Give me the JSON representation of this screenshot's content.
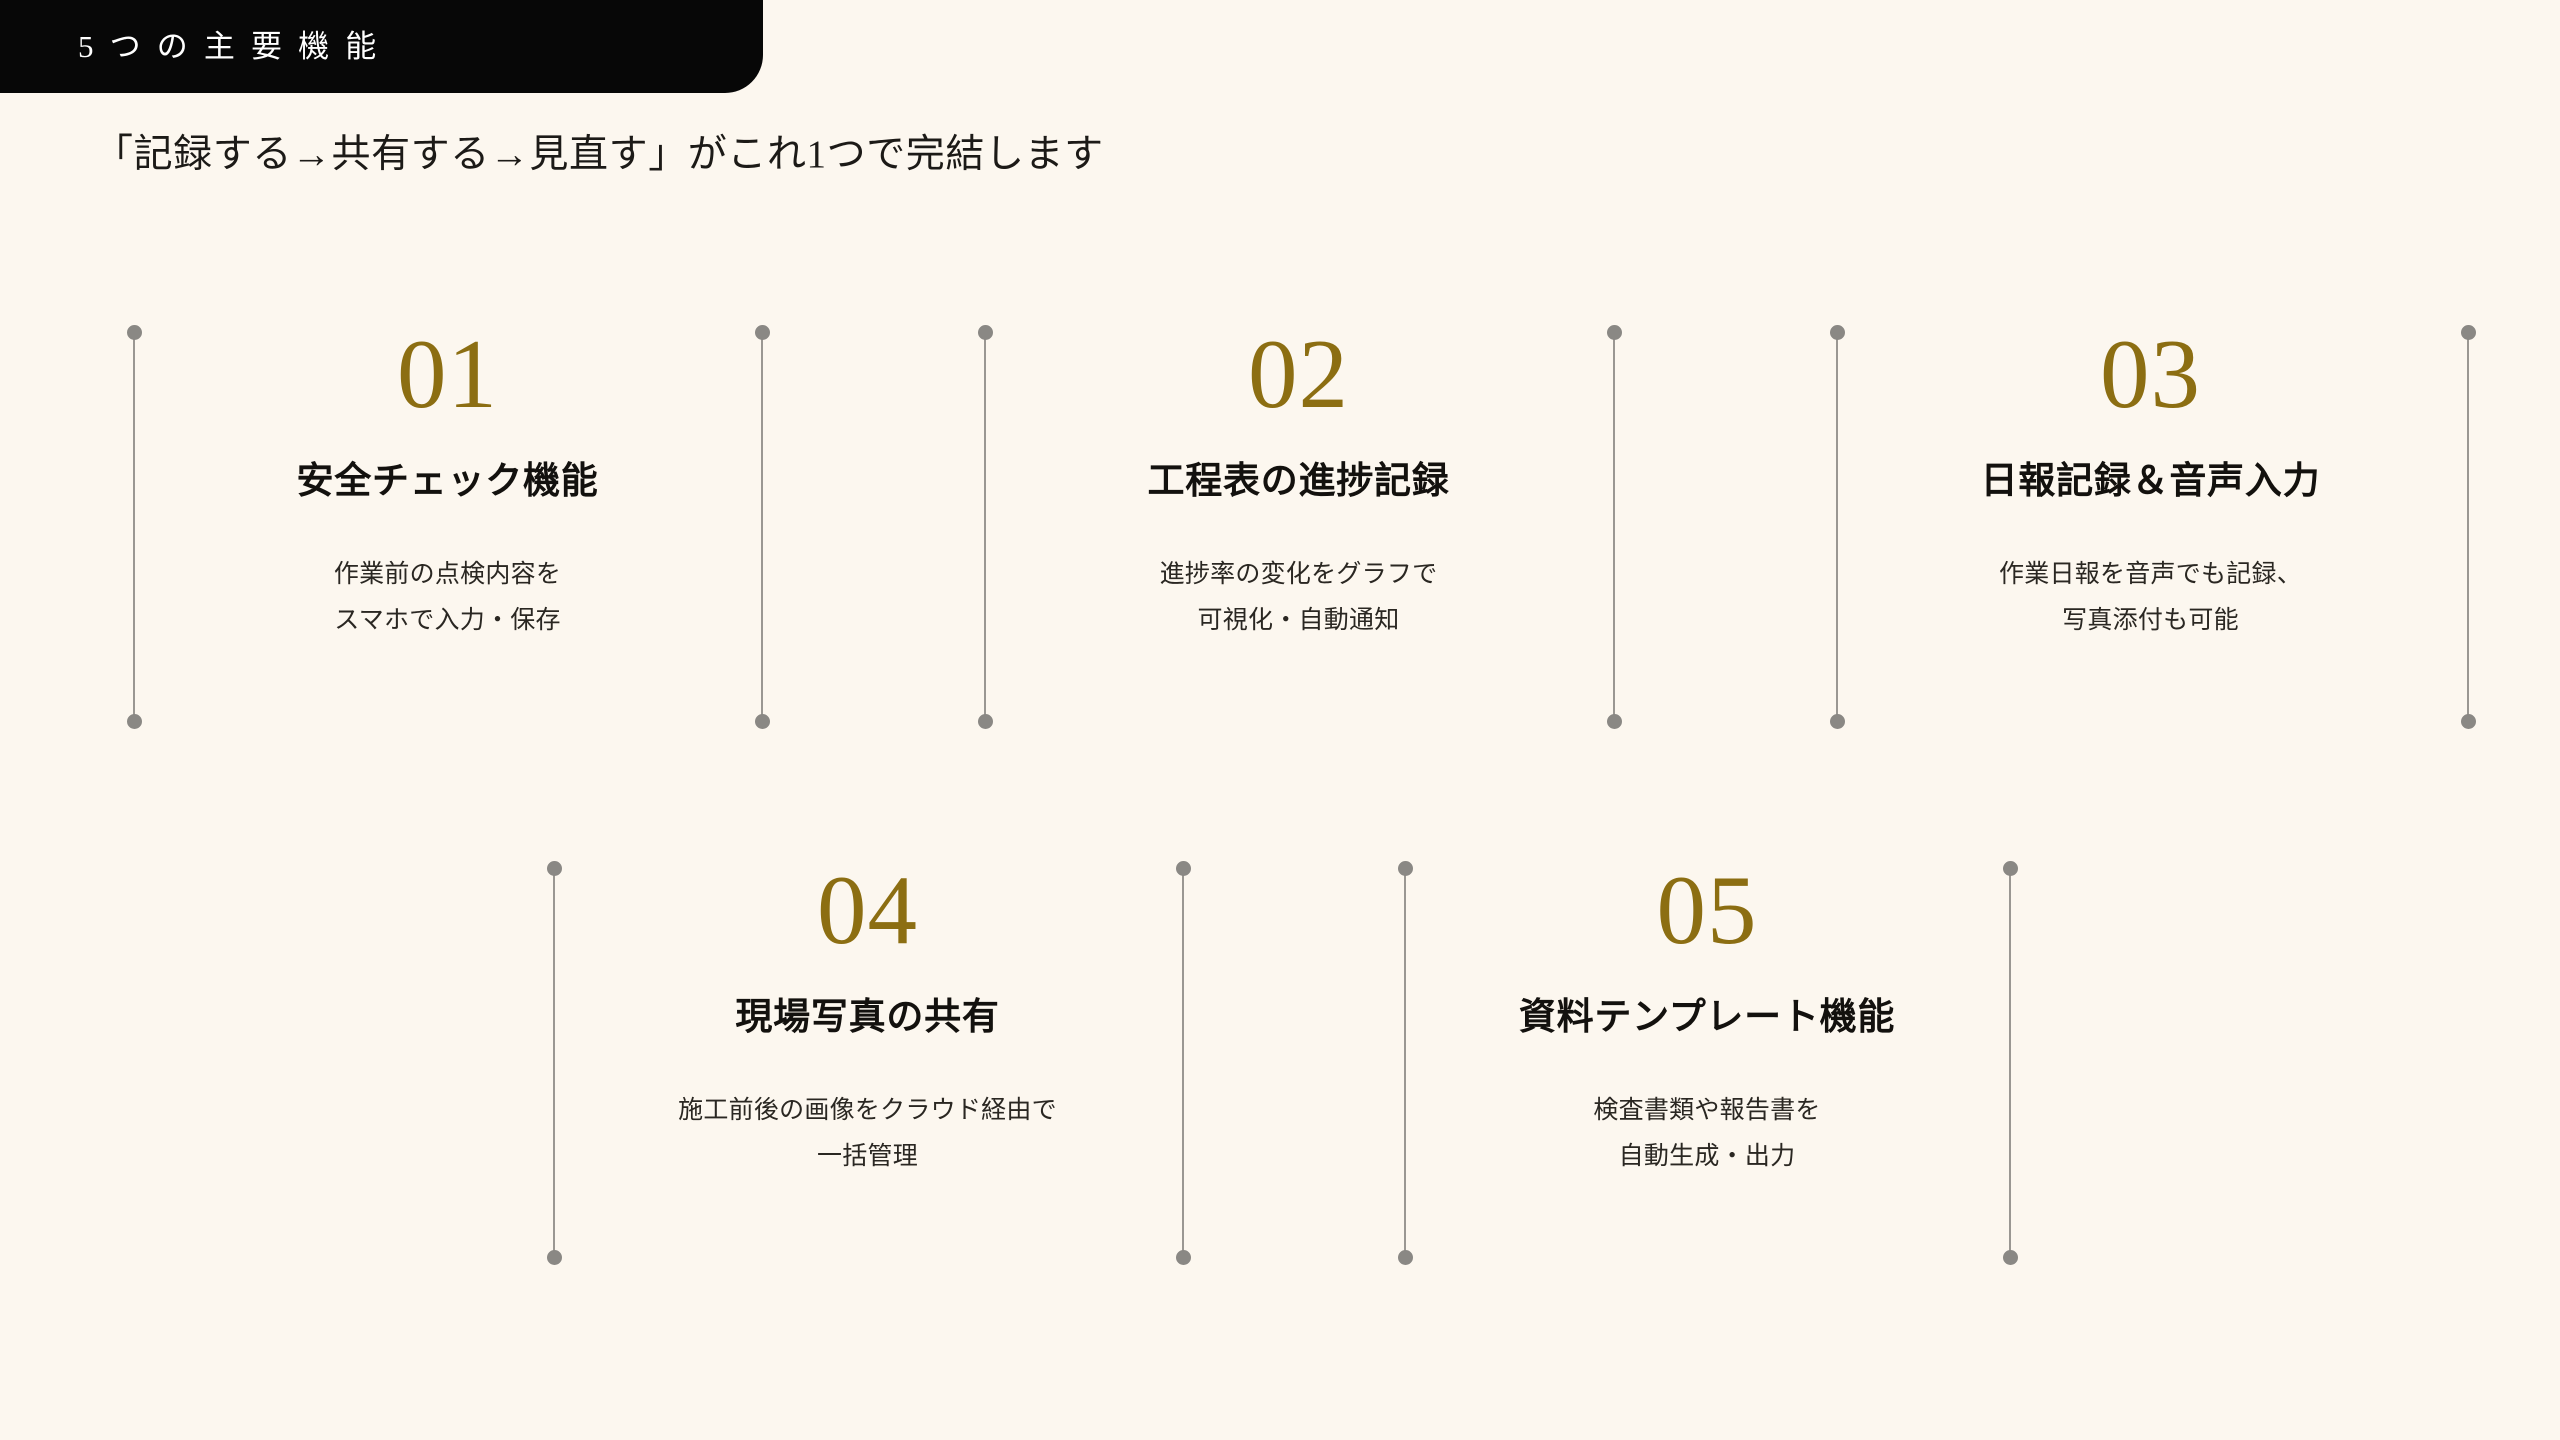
{
  "page": {
    "background_color": "#FCF7EF",
    "accent_gold": "#8C6E12",
    "badge_bg": "#070707",
    "rail_color": "#9A9792"
  },
  "header": {
    "badge_label": "5つの主要機能"
  },
  "subtitle": {
    "text": "「記録する→共有する→見直す」がこれ1つで完結します"
  },
  "features": [
    {
      "number": "01",
      "title": "安全チェック機能",
      "desc_line1": "作業前の点検内容を",
      "desc_line2": "スマホで入力・保存"
    },
    {
      "number": "02",
      "title": "工程表の進捗記録",
      "desc_line1": "進捗率の変化をグラフで",
      "desc_line2": "可視化・自動通知"
    },
    {
      "number": "03",
      "title": "日報記録＆音声入力",
      "desc_line1": "作業日報を音声でも記録、",
      "desc_line2": "写真添付も可能"
    },
    {
      "number": "04",
      "title": "現場写真の共有",
      "desc_line1": "施工前後の画像をクラウド経由で",
      "desc_line2": "一括管理"
    },
    {
      "number": "05",
      "title": "資料テンプレート機能",
      "desc_line1": "検査書類や報告書を",
      "desc_line2": "自動生成・出力"
    }
  ]
}
